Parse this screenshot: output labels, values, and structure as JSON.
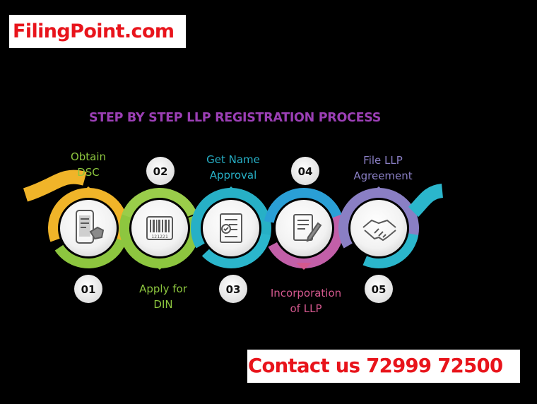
{
  "brand": {
    "name": "FilingPoint.com"
  },
  "title": "STEP BY STEP LLP REGISTRATION PROCESS",
  "steps": [
    {
      "number": "01",
      "line1": "Obtain",
      "line2": "DSC",
      "color": "#f0b429",
      "icon": "smartphone-document-icon"
    },
    {
      "number": "02",
      "line1": "Apply for",
      "line2": "DIN",
      "color": "#8dc63f",
      "icon": "barcode-icon"
    },
    {
      "number": "03",
      "line1": "Get Name",
      "line2": "Approval",
      "color": "#27b0c6",
      "icon": "approval-document-icon"
    },
    {
      "number": "04",
      "line1": "Incorporation",
      "line2": "of LLP",
      "color": "#d4588e",
      "icon": "form-signing-icon"
    },
    {
      "number": "05",
      "line1": "File LLP",
      "line2": "Agreement",
      "color": "#8a7fc4",
      "icon": "handshake-icon"
    }
  ],
  "barcode_digits": "121221",
  "contact": {
    "text": "Contact us 72999 72500"
  },
  "colors": {
    "brand_red": "#e8141b",
    "title_purple": "#9b3fb5",
    "teal": "#2bb6cc",
    "background": "#000000"
  }
}
